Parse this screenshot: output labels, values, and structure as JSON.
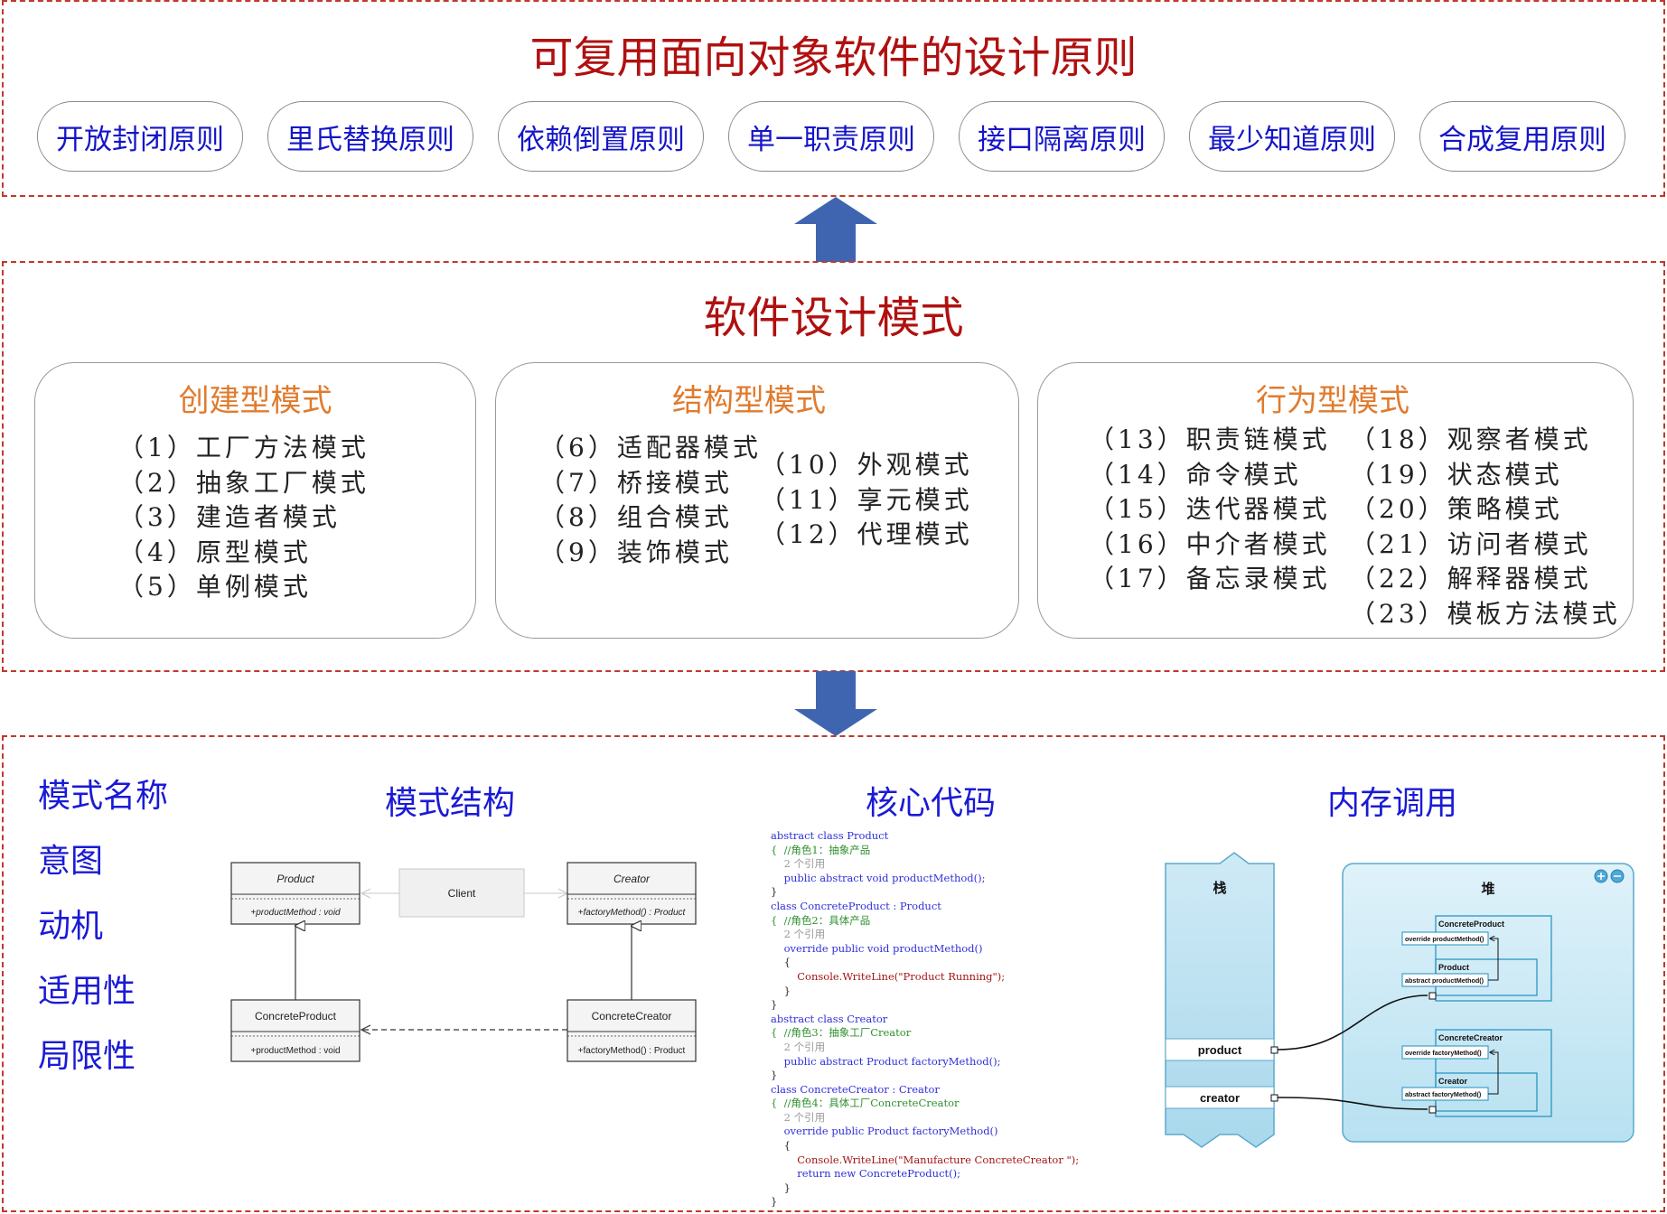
{
  "principles": {
    "title": "可复用面向对象软件的设计原则",
    "items": [
      "开放封闭原则",
      "里氏替换原则",
      "依赖倒置原则",
      "单一职责原则",
      "接口隔离原则",
      "最少知道原则",
      "合成复用原则"
    ]
  },
  "patterns": {
    "title": "软件设计模式",
    "creational": {
      "title": "创建型模式",
      "items": [
        "（1）工厂方法模式",
        "（2）抽象工厂模式",
        "（3）建造者模式",
        "（4）原型模式",
        "（5）单例模式"
      ]
    },
    "structural": {
      "title": "结构型模式",
      "col1": [
        "（6）适配器模式",
        "（7）桥接模式",
        "（8）组合模式",
        "（9）装饰模式"
      ],
      "col2": [
        "（10）外观模式",
        "（11）享元模式",
        "（12）代理模式"
      ]
    },
    "behavioral": {
      "title": "行为型模式",
      "col1": [
        "（13）职责链模式",
        "（14）命令模式",
        "（15）迭代器模式",
        "（16）中介者模式",
        "（17）备忘录模式"
      ],
      "col2": [
        "（18）观察者模式",
        "（19）状态模式",
        "（20）策略模式",
        "（21）访问者模式",
        "（22）解释器模式",
        "（23）模板方法模式"
      ]
    }
  },
  "aspects": {
    "items": [
      "模式名称",
      "意图",
      "动机",
      "适用性",
      "局限性"
    ],
    "structure_title": "模式结构",
    "code_title": "核心代码",
    "memory_title": "内存调用"
  },
  "uml": {
    "product": {
      "name": "Product",
      "method": "+productMethod : void"
    },
    "creator": {
      "name": "Creator",
      "method": "+factoryMethod() : Product"
    },
    "client": "Client",
    "concrete_product": {
      "name": "ConcreteProduct",
      "method": "+productMethod : void"
    },
    "concrete_creator": {
      "name": "ConcreteCreator",
      "method": "+factoryMethod() : Product"
    }
  },
  "code": {
    "lines": [
      "abstract class Product",
      "{  //角色1：抽象产品",
      "    2 个引用",
      "    public abstract void productMethod();",
      "}",
      "class ConcreteProduct : Product",
      "{  //角色2：具体产品",
      "    2 个引用",
      "    override public void productMethod()",
      "    {",
      "        Console.WriteLine(\"Product Running\");",
      "    }",
      "}",
      "abstract class Creator",
      "{  //角色3：抽象工厂Creator",
      "    2 个引用",
      "    public abstract Product factoryMethod();",
      "}",
      "class ConcreteCreator : Creator",
      "{  //角色4：具体工厂ConcreteCreator",
      "    2 个引用",
      "    override public Product factoryMethod()",
      "    {",
      "        Console.WriteLine(\"Manufacture ConcreteCreator \");",
      "        return new ConcreteProduct();",
      "    }",
      "}"
    ]
  },
  "memory": {
    "stack_label": "栈",
    "heap_label": "堆",
    "stack_items": [
      "product",
      "creator"
    ],
    "heap": {
      "group1": {
        "outer": "ConcreteProduct",
        "outer_method": "override productMethod()",
        "inner": "Product",
        "inner_method": "abstract productMethod()"
      },
      "group2": {
        "outer": "ConcreteCreator",
        "outer_method": "override factoryMethod()",
        "inner": "Creator",
        "inner_method": "abstract factoryMethod()"
      }
    }
  },
  "colors": {
    "border_dashed": "#c0392b",
    "title_red": "#b01010",
    "principle_blue": "#1515c9",
    "category_orange": "#e07b2e",
    "arrow_blue": "#3f65b0",
    "heading_blue": "#1a1ad6",
    "memory_cyan": "#cdeaf5"
  }
}
